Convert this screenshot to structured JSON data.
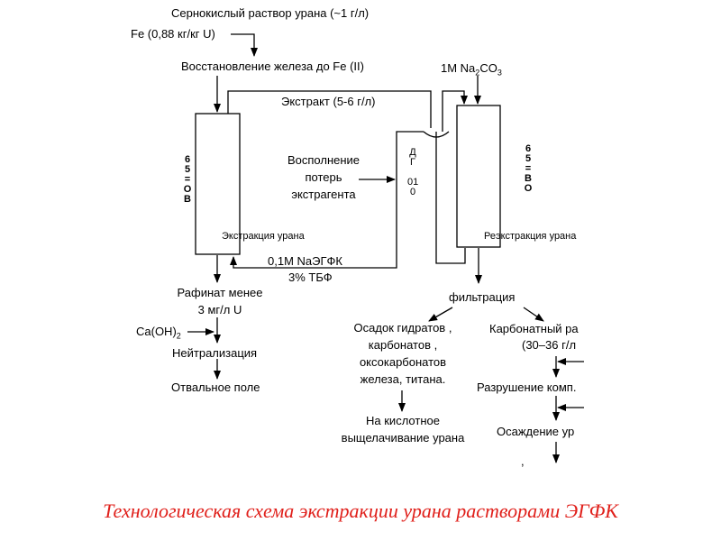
{
  "diagram": {
    "feed": "Сернокислый раствор урана  (~1 г/л)",
    "fe_addition": "Fe (0,88 кг/кг  U)",
    "iron_reduction": "Восстановление железа до   Fe (II)",
    "na2co3": {
      "base": "1M Na",
      "sub": "2",
      "tail": "CO",
      "sub2": "3"
    },
    "extract": "Экстракт  (5-6 г/л)",
    "replenish": [
      "Восполнение",
      "потерь",
      "экстрагента"
    ],
    "extraction_label": "Экстракция урана",
    "reextraction_label": "Реэкстракция урана",
    "col1_vertical": "6\n5\n=\nО\nВ",
    "col2_vertical": "6\n5\n=\nВ\nО",
    "mid_vertical": "Д\nГ\n\n01\n0",
    "recycle_line1": "0,1М NaЭГФК",
    "recycle_line2": "3% ТБФ",
    "raffinate": [
      "Рафинат менее",
      "3 мг/л U"
    ],
    "caoh": {
      "base": "Ca(OH)",
      "sub": "2"
    },
    "neutralization": "Нейтрализация",
    "dump": "Отвальное поле",
    "filtration": "фильтрация",
    "precipitate": [
      "Осадок гидратов ,",
      "карбонатов ,",
      "оксокарбонатов",
      "железа, титана."
    ],
    "acid_leach": [
      "На кислотное",
      "выщелачивание урана"
    ],
    "carbonate": [
      "Карбонатный ра",
      "(30–36 г/л"
    ],
    "complex_destruction": "Разрушение комп.",
    "uranium_precip": "Осаждение ур",
    "stray_mark": ","
  },
  "caption": "Технологическая схема экстракции урана растворами ЭГФК"
}
